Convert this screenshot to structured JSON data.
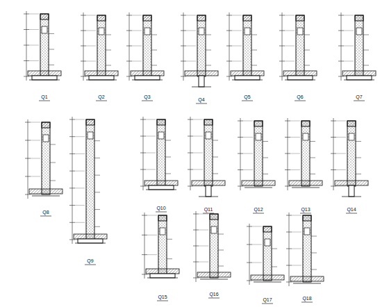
{
  "diagram": {
    "labels": [
      "Q1",
      "Q2",
      "Q3",
      "Q4",
      "Q5",
      "Q6",
      "Q7",
      "Q8",
      "Q9",
      "Q10",
      "Q11",
      "Q12",
      "Q13",
      "Q14",
      "Q15",
      "Q16",
      "Q17",
      "Q18"
    ]
  }
}
